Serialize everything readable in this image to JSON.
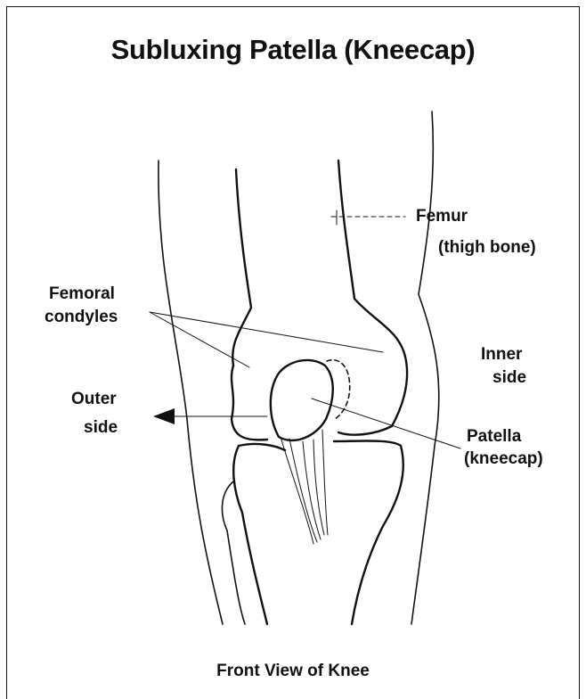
{
  "title": "Subluxing Patella (Kneecap)",
  "labels": {
    "femur": "Femur",
    "femur_sub": "(thigh bone)",
    "femoral_1": "Femoral",
    "femoral_2": "condyles",
    "inner_1": "Inner",
    "inner_2": "side",
    "outer_1": "Outer",
    "outer_2": "side",
    "patella_1": "Patella",
    "patella_2": "(kneecap)"
  },
  "caption": "Front View of Knee"
}
